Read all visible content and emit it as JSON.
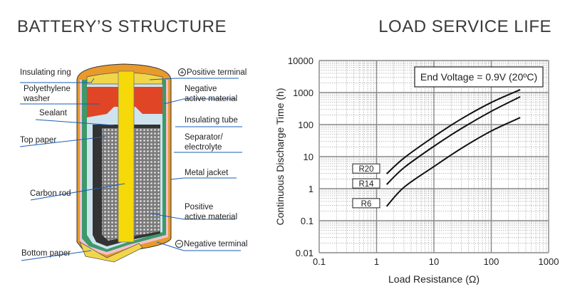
{
  "left": {
    "title": "BATTERY’S STRUCTURE",
    "labels_left": [
      {
        "key": "insulating-ring",
        "text": "Insulating ring"
      },
      {
        "key": "polyethylene-washer",
        "text": "Polyethylene",
        "text2": "washer"
      },
      {
        "key": "sealant",
        "text": "Sealant"
      },
      {
        "key": "top-paper",
        "text": "Top paper"
      },
      {
        "key": "carbon-rod",
        "text": "Carbon rod"
      },
      {
        "key": "bottom-paper",
        "text": "Bottom paper"
      }
    ],
    "labels_right": [
      {
        "key": "positive-terminal",
        "text": "Positive terminal",
        "symbol": "+"
      },
      {
        "key": "negative-active-material",
        "text": "Negative",
        "text2": "active material"
      },
      {
        "key": "insulating-tube",
        "text": "Insulating tube"
      },
      {
        "key": "separator-electrolyte",
        "text": "Separator/",
        "text2": "electrolyte"
      },
      {
        "key": "metal-jacket",
        "text": "Metal jacket"
      },
      {
        "key": "positive-active-material",
        "text": "Positive",
        "text2": "active material"
      },
      {
        "key": "negative-terminal",
        "text": "Negative terminal",
        "symbol": "−"
      }
    ],
    "colors": {
      "leader": "#1a5fb4",
      "jacket": "#e89a2a",
      "cap": "#f2d64a",
      "rod": "#f5d90a",
      "washer": "#e04526",
      "tube": "#3c9a6a",
      "mix": "#888888"
    }
  },
  "right": {
    "title": "LOAD SERVICE LIFE"
  },
  "chart_data": {
    "type": "line",
    "title": "",
    "annotation": "End Voltage = 0.9V (20ºC)",
    "xlabel": "Load Resistance (Ω)",
    "ylabel": "Continuous Discharge Time (h)",
    "xscale": "log",
    "yscale": "log",
    "xlim": [
      0.1,
      1000
    ],
    "ylim": [
      0.01,
      10000
    ],
    "xticks": [
      0.1,
      1,
      10,
      100,
      1000
    ],
    "xtick_labels": [
      "0.1",
      "1",
      "10",
      "100",
      "1000"
    ],
    "yticks": [
      0.01,
      0.1,
      1,
      10,
      100,
      1000,
      10000
    ],
    "ytick_labels": [
      "0.01",
      "0.1",
      "1",
      "10",
      "100",
      "1000",
      "10000"
    ],
    "grid": true,
    "series": [
      {
        "name": "R20",
        "x": [
          1.5,
          3,
          10,
          30,
          100,
          320
        ],
        "y": [
          2.9,
          9,
          42,
          150,
          490,
          1230
        ]
      },
      {
        "name": "R14",
        "x": [
          1.5,
          3,
          10,
          30,
          100,
          320
        ],
        "y": [
          1.35,
          4.5,
          21,
          75,
          260,
          740
        ]
      },
      {
        "name": "R6",
        "x": [
          1.5,
          3,
          10,
          30,
          100,
          320
        ],
        "y": [
          0.28,
          1.1,
          4.9,
          18,
          63,
          165
        ]
      }
    ]
  }
}
